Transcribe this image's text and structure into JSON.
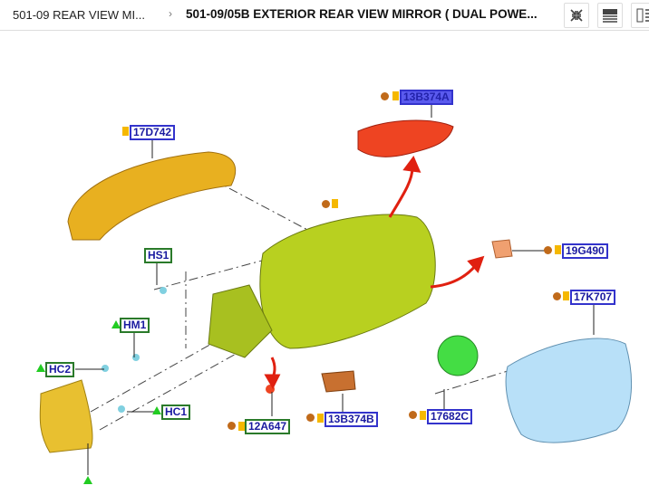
{
  "header": {
    "breadcrumb_parent": "501-09 REAR VIEW MI...",
    "separator": "›",
    "breadcrumb_current": "501-09/05B EXTERIOR REAR VIEW MIRROR ( DUAL POWE..."
  },
  "toolbar": {
    "icons": [
      "collapse-icon",
      "list-view-icon",
      "split-view-icon"
    ]
  },
  "callouts": {
    "p17D742": "17D742",
    "p13B374A": "13B374A",
    "p19G490": "19G490",
    "p17K707": "17K707",
    "HS1": "HS1",
    "HM1": "HM1",
    "HC2": "HC2",
    "HC1": "HC1",
    "p12A647": "12A647",
    "p13B374B": "13B374B",
    "p17682C": "17682C"
  },
  "colors": {
    "part_label_border": "#3333cc",
    "hardware_label_border": "#2a7a2a",
    "selected_label_bg": "#5a5aee",
    "arrow": "#e02010"
  }
}
